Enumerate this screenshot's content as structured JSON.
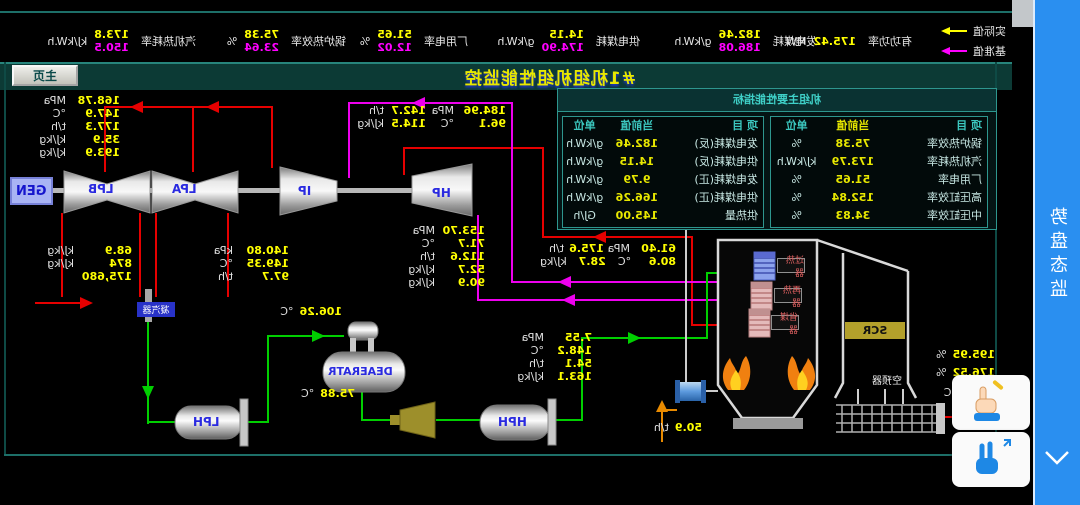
{
  "top_bar": {
    "legend": {
      "actual_label": "实际值",
      "base_label": "基准值"
    },
    "power": {
      "label": "有功功率",
      "value": "175.42",
      "unit": "MW"
    },
    "metrics": [
      {
        "label": "发电煤耗",
        "actual": "182.46",
        "base": "186.08",
        "unit": "g/kW.h"
      },
      {
        "label": "供电煤耗",
        "actual": "14.15",
        "base": "174.90",
        "unit": "g/kW.h"
      },
      {
        "label": "厂用电率",
        "actual": "51.65",
        "base": "12.02",
        "unit": "%"
      },
      {
        "label": "锅炉热效率",
        "actual": "75.38",
        "base": "23.64",
        "unit": "%"
      },
      {
        "label": "汽机热耗率",
        "actual": "173.8",
        "base": "150.5",
        "unit": "kJ/kW.h"
      }
    ]
  },
  "home_button": "主页",
  "title": "#1机组机组性能监控",
  "perf_table": {
    "title": "机组主要性能指标",
    "col_item": "项 目",
    "col_value": "当前值",
    "col_unit": "单位",
    "left_rows": [
      {
        "item": "锅炉热效率",
        "value": "75.38",
        "unit": "%"
      },
      {
        "item": "汽机热耗率",
        "value": "173.79",
        "unit": "kJ/kW.h"
      },
      {
        "item": "厂用电率",
        "value": "51.65",
        "unit": "%"
      },
      {
        "item": "高压缸效率",
        "value": "152.84",
        "unit": "%"
      },
      {
        "item": "中压缸效率",
        "value": "34.83",
        "unit": "%"
      }
    ],
    "right_rows": [
      {
        "item": "发电煤耗(反)",
        "value": "182.46",
        "unit": "g/kW.h"
      },
      {
        "item": "供电煤耗(反)",
        "value": "14.15",
        "unit": "g/kW.h"
      },
      {
        "item": "发电煤耗(正)",
        "value": "9.79",
        "unit": "g/kW.h"
      },
      {
        "item": "供电煤耗(正)",
        "value": "166.26",
        "unit": "g/kW.h"
      },
      {
        "item": "供热量",
        "value": "145.00",
        "unit": "GJ/h"
      }
    ]
  },
  "diagram": {
    "equipment": {
      "gen": "GEN",
      "lpb": "LPB",
      "lpa": "LPA",
      "ip": "IP",
      "hp": "HP",
      "deaerator": "DEAERATR",
      "lph": "LPH",
      "hph": "HPH",
      "condenser": "凝汽器",
      "scr": "SCR",
      "air_preheater": "空预器",
      "superheater": "过热器",
      "reheater": "再热器",
      "economizer": "省煤器"
    },
    "main_steam": {
      "rows": [
        [
          "168.78",
          "MPa"
        ],
        [
          "147.9",
          "°C"
        ],
        [
          "177.3",
          "t/h"
        ],
        [
          "35.9",
          "kJ/kg"
        ],
        [
          "193.9",
          "kJ/kg"
        ]
      ]
    },
    "lpb_exhaust": {
      "rows": [
        [
          "68.9",
          "kJ/kg"
        ],
        [
          "874",
          "kJ/kg"
        ],
        [
          "175,680",
          ""
        ]
      ]
    },
    "lpa_exhaust": {
      "rows": [
        [
          "140.80",
          "kPa"
        ],
        [
          "149.35",
          "°C"
        ],
        [
          "97.7",
          "t/h"
        ]
      ]
    },
    "reheat": {
      "rows": [
        [
          "184.96",
          "MPa",
          "142.7",
          "t/h"
        ],
        [
          "96.1",
          "°C",
          "114.5",
          "kJ/kg"
        ]
      ]
    },
    "hp_exhaust": {
      "rows": [
        [
          "153.70",
          "MPa"
        ],
        [
          "71.7",
          "°C"
        ],
        [
          "112.6",
          "t/h"
        ],
        [
          "52.7",
          "kJ/kg"
        ],
        [
          "90.9",
          "kJ/kg"
        ]
      ]
    },
    "extraction": {
      "rows": [
        [
          "61.40",
          "MPa",
          "175.6",
          "t/h"
        ],
        [
          "80.6",
          "°C",
          "28.7",
          "kJ/kg"
        ]
      ]
    },
    "feedwater": {
      "rows": [
        [
          "7.55",
          "MPa"
        ],
        [
          "148.2",
          "°C"
        ],
        [
          "54.1",
          "t/h"
        ],
        [
          "163.1",
          "kJ/kg"
        ]
      ]
    },
    "deaerator_inlet": {
      "value": "106.26",
      "unit": "°C"
    },
    "deaerator_temp": {
      "value": "75.88",
      "unit": "°C"
    },
    "makeup": {
      "value": "50.9",
      "unit": "t/h"
    },
    "boiler_right_1": {
      "value": "195.95",
      "unit": "%"
    },
    "boiler_right_2": {
      "value": "176.52",
      "unit": "%"
    },
    "boiler_right_3": {
      "value": "",
      "unit": "°C"
    }
  },
  "sidebar": {
    "chars": [
      "势",
      "盘",
      "态",
      "监"
    ]
  },
  "colors": {
    "actual": "#ffff00",
    "base": "#ff00ff",
    "pipe_red": "#e60000",
    "pipe_magenta": "#ee00ee",
    "pipe_green": "#00cf00",
    "pipe_orange": "#e88a00",
    "sidebar_blue": "#2a8ff0"
  }
}
